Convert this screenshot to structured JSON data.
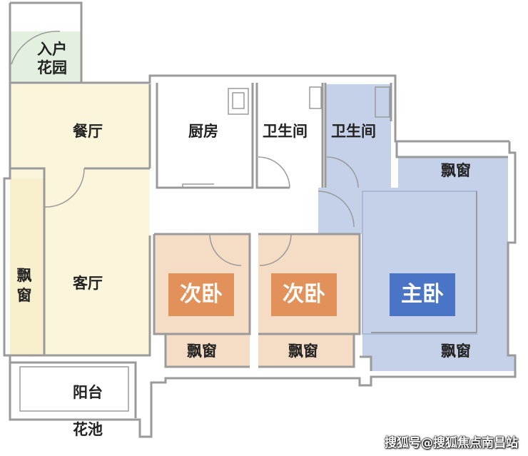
{
  "rooms": {
    "entrance_garden": "入户\n花园",
    "dining": "餐厅",
    "kitchen": "厨房",
    "bath_1": "卫生间",
    "bath_2": "卫生间",
    "living": "客厅",
    "bay_left": "飘窗",
    "bay_master_top": "飘窗",
    "bay_master_bottom": "飘窗",
    "bay_bed1": "飘窗",
    "bay_bed2": "飘窗",
    "balcony": "阳台",
    "planter": "花池",
    "bedroom_1": "次卧",
    "bedroom_2": "次卧",
    "master_bedroom": "主卧"
  },
  "colors": {
    "living_zone": "#fbf5dc",
    "entrance_zone": "#e4f0df",
    "secondary_bedroom": "#f5dcc4",
    "secondary_badge": "#e3915a",
    "master_bedroom": "#c5d0e9",
    "master_badge": "#4a74c6",
    "wall": "#9a9a9a"
  },
  "watermark": "搜狐号@搜狐焦点南昌站"
}
